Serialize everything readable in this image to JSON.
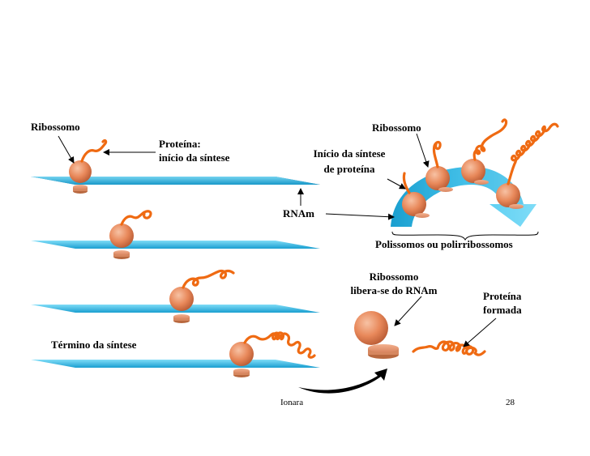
{
  "labels": {
    "ribossomo_left": "Ribossomo",
    "proteina_inicio_line1": "Proteína:",
    "proteina_inicio_line2": "início da síntese",
    "inicio_sintese_line1": "Início da síntese",
    "inicio_sintese_line2": "de proteína",
    "ribossomo_right": "Ribossomo",
    "rnam": "RNAm",
    "polissomos": "Polissomos ou polirribossomos",
    "ribossomo_libera_line1": "Ribossomo",
    "ribossomo_libera_line2": "libera-se do RNAm",
    "proteina_formada_line1": "Proteína",
    "proteina_formada_line2": "formada",
    "termino_sintese": "Término da síntese"
  },
  "footer": {
    "author": "Ionara",
    "page_number": "28"
  },
  "colors": {
    "mrna": "#29b6e6",
    "ribosome": "#e98c5c",
    "protein": "#ef6a12"
  }
}
